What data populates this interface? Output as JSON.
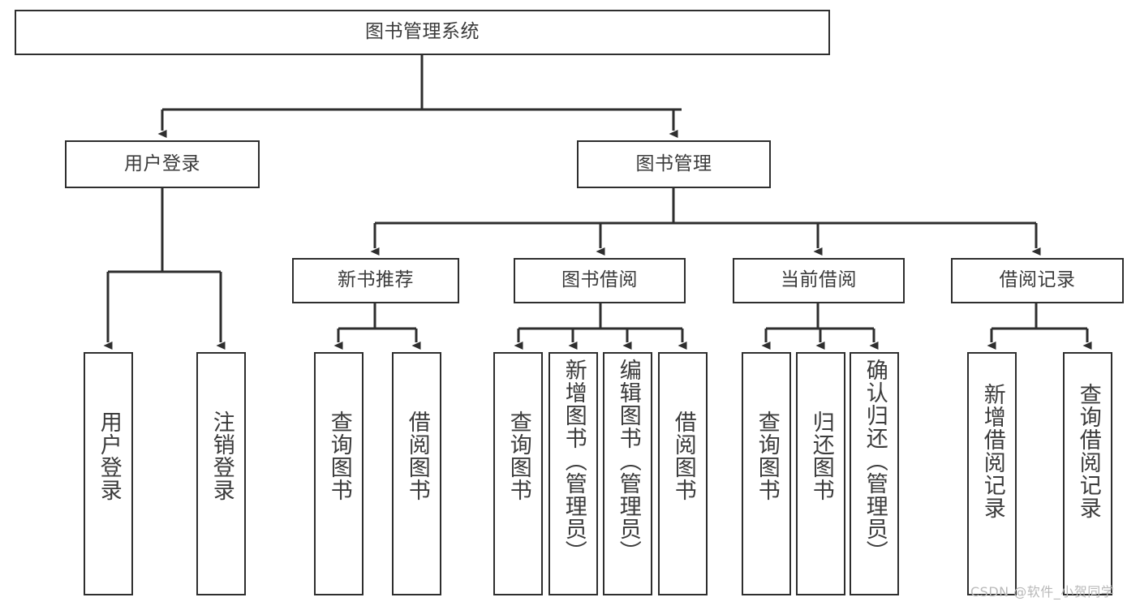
{
  "diagram": {
    "title": "图书管理系统",
    "type": "hierarchy-tree",
    "colors": {
      "box_border": "#2e2e2e",
      "box_fill": "#ffffff",
      "text": "#3b3b3b",
      "connector": "#2e2e2e",
      "watermark": "#b9b9b9",
      "background": "#ffffff"
    },
    "watermark": "CSDN @软件_小贺同学",
    "levels": {
      "level0": [
        {
          "id": "root",
          "label": "图书管理系统",
          "orientation": "horizontal"
        }
      ],
      "level1": [
        {
          "id": "user-login",
          "label": "用户登录",
          "orientation": "horizontal"
        },
        {
          "id": "book-management",
          "label": "图书管理",
          "orientation": "horizontal"
        }
      ],
      "level2": [
        {
          "id": "new-book-recommend",
          "label": "新书推荐",
          "orientation": "horizontal",
          "parent": "book-management"
        },
        {
          "id": "book-borrow",
          "label": "图书借阅",
          "orientation": "horizontal",
          "parent": "book-management"
        },
        {
          "id": "current-borrow",
          "label": "当前借阅",
          "orientation": "horizontal",
          "parent": "book-management"
        },
        {
          "id": "borrow-record",
          "label": "借阅记录",
          "orientation": "horizontal",
          "parent": "book-management"
        }
      ],
      "level3": [
        {
          "id": "leaf-user-login",
          "label": "用户登录",
          "orientation": "vertical",
          "parent": "user-login"
        },
        {
          "id": "leaf-logout-login",
          "label": "注销登录",
          "orientation": "vertical",
          "parent": "user-login"
        },
        {
          "id": "leaf-query-book-1",
          "label": "查询图书",
          "orientation": "vertical",
          "parent": "new-book-recommend"
        },
        {
          "id": "leaf-borrow-book-1",
          "label": "借阅图书",
          "orientation": "vertical",
          "parent": "new-book-recommend"
        },
        {
          "id": "leaf-query-book-2",
          "label": "查询图书",
          "orientation": "vertical",
          "parent": "book-borrow"
        },
        {
          "id": "leaf-add-book",
          "label": "新增图书（管理员）",
          "orientation": "vertical",
          "parent": "book-borrow"
        },
        {
          "id": "leaf-edit-book",
          "label": "编辑图书（管理员）",
          "orientation": "vertical",
          "parent": "book-borrow"
        },
        {
          "id": "leaf-borrow-book-2",
          "label": "借阅图书",
          "orientation": "vertical",
          "parent": "book-borrow"
        },
        {
          "id": "leaf-query-book-3",
          "label": "查询图书",
          "orientation": "vertical",
          "parent": "current-borrow"
        },
        {
          "id": "leaf-return-book",
          "label": "归还图书",
          "orientation": "vertical",
          "parent": "current-borrow"
        },
        {
          "id": "leaf-confirm-return",
          "label": "确认归还（管理员）",
          "orientation": "vertical",
          "parent": "current-borrow"
        },
        {
          "id": "leaf-add-record",
          "label": "新增借阅记录",
          "orientation": "vertical",
          "parent": "borrow-record"
        },
        {
          "id": "leaf-query-record",
          "label": "查询借阅记录",
          "orientation": "vertical",
          "parent": "borrow-record"
        }
      ]
    }
  }
}
